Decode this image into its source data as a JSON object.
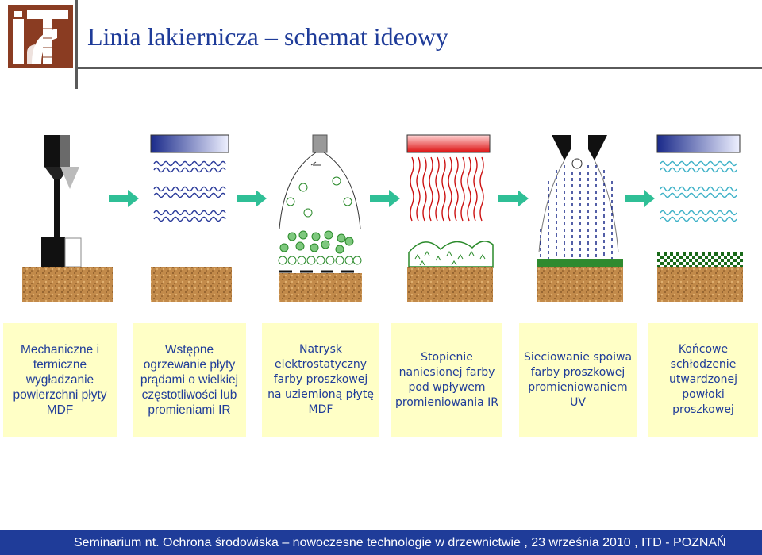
{
  "header": {
    "title": "Linia lakiernicza – schemat ideowy",
    "logo_text": "itd"
  },
  "stages": [
    {
      "id": "mechanical",
      "text": "Mechaniczne i termiczne wygładzanie powierzchni płyty MDF"
    },
    {
      "id": "preheat",
      "text": "Wstępne ogrzewanie płyty prądami o wielkiej częstotliwości lub promieniami IR"
    },
    {
      "id": "spray",
      "text": "Natrysk elektrostatyczny farby proszkowej na uziemioną płytę MDF"
    },
    {
      "id": "melt",
      "text": "Stopienie naniesionej farby pod wpływem promieniowania IR"
    },
    {
      "id": "cure",
      "text": "Sieciowanie spoiwa farby proszkowej promieniowaniem",
      "emphasis": "UV"
    },
    {
      "id": "cool",
      "text": "Końcowe schłodzenie utwardzonej powłoki proszkowej"
    }
  ],
  "footer": {
    "text": "Seminarium nt. Ochrona środowiska – nowoczesne technologie w drzewnictwie , 23 września 2010 , ITD - POZNAŃ"
  },
  "colors": {
    "title": "#1f3c99",
    "box_bg": "#ffffc6",
    "arrow": "#2fbf96",
    "board": "#c28a4a",
    "ir_wave": "#cc1111",
    "preheat_wave": "#2a3a9a",
    "cool_wave": "#3fb2c8",
    "uv_dash": "#1a2a8a",
    "footer_bg": "#1f3c99"
  },
  "icons": [
    "itd-logo",
    "grinder-icon",
    "heater-icon",
    "spray-gun-icon",
    "ir-lamp-icon",
    "uv-lamp-icon",
    "cooler-icon",
    "flow-arrow-icon"
  ]
}
